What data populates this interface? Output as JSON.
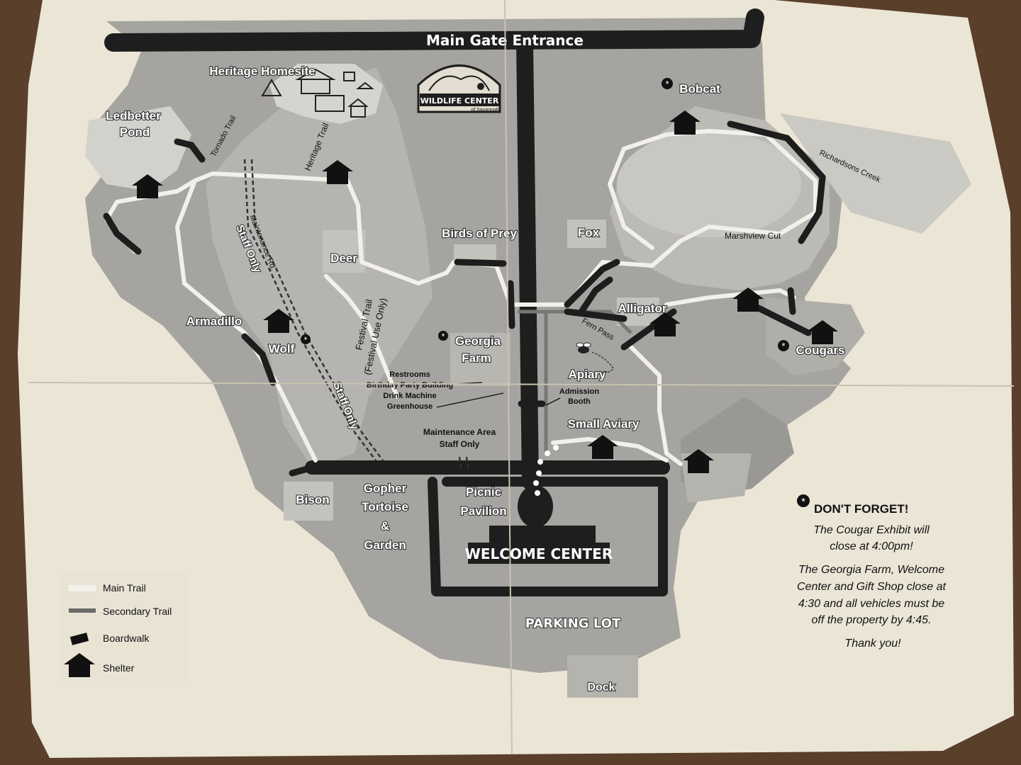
{
  "map": {
    "entrance_label": "Main Gate Entrance",
    "logo": {
      "line1": "WILDLIFE CENTER",
      "line2": "of Savannah"
    },
    "places": {
      "heritage_homesite": "Heritage Homesite",
      "ledbetter_pond_1": "Ledbetter",
      "ledbetter_pond_2": "Pond",
      "bobcat": "Bobcat",
      "birds_of_prey": "Birds of Prey",
      "fox": "Fox",
      "deer": "Deer",
      "alligator": "Alligator",
      "armadillo": "Armadillo",
      "wolf": "Wolf",
      "georgia_farm_1": "Georgia",
      "georgia_farm_2": "Farm",
      "cougars": "Cougars",
      "apiary": "Apiary",
      "small_aviary": "Small Aviary",
      "bison": "Bison",
      "gopher_tortoise_1": "Gopher",
      "gopher_tortoise_2": "Tortoise",
      "gopher_tortoise_3": "&",
      "gopher_tortoise_4": "Garden",
      "picnic_pavilion_1": "Picnic",
      "picnic_pavilion_2": "Pavilion",
      "welcome_center": "WELCOME CENTER",
      "parking_lot": "PARKING LOT",
      "dock": "Dock"
    },
    "trails": {
      "tornado_trail": "Tornado Trail",
      "heritage_trail": "Heritage Trail",
      "maintenance_rd": "Maintenance Rd.",
      "staff_only_1": "Staff Only",
      "staff_only_2": "Staff Only",
      "festival_trail_1": "Festival Trail",
      "festival_trail_2": "(Festival Use Only)",
      "fern_pass": "Fern Pass",
      "marshview_cut": "Marshview Cut",
      "richardsons_creek": "Richardsons Creek"
    },
    "facilities": {
      "restrooms": "Restrooms",
      "birthday_party": "Birthday Party Building",
      "drink_machine": "Drink Machine",
      "greenhouse": "Greenhouse",
      "admission_booth_1": "Admission",
      "admission_booth_2": "Booth",
      "maintenance_area_1": "Maintenance Area",
      "maintenance_area_2": "Staff Only"
    }
  },
  "legend": {
    "main_trail": "Main Trail",
    "secondary_trail": "Secondary Trail",
    "boardwalk": "Boardwalk",
    "shelter": "Shelter"
  },
  "notice": {
    "heading": "DON'T FORGET!",
    "line1": "The Cougar Exhibit will",
    "line2": "close at 4:00pm!",
    "line3": "The Georgia Farm, Welcome",
    "line4": "Center and Gift Shop close at",
    "line5": "4:30 and all vehicles must be",
    "line6": "off the property by 4:45.",
    "line7": "Thank you!"
  },
  "colors": {
    "paper": "#e8e2d3",
    "land_light": "#bdbab3",
    "land_mid": "#a2a09b",
    "land_dark": "#8d8b87",
    "road": "#1f1f1f",
    "trail": "#f1efe9"
  }
}
